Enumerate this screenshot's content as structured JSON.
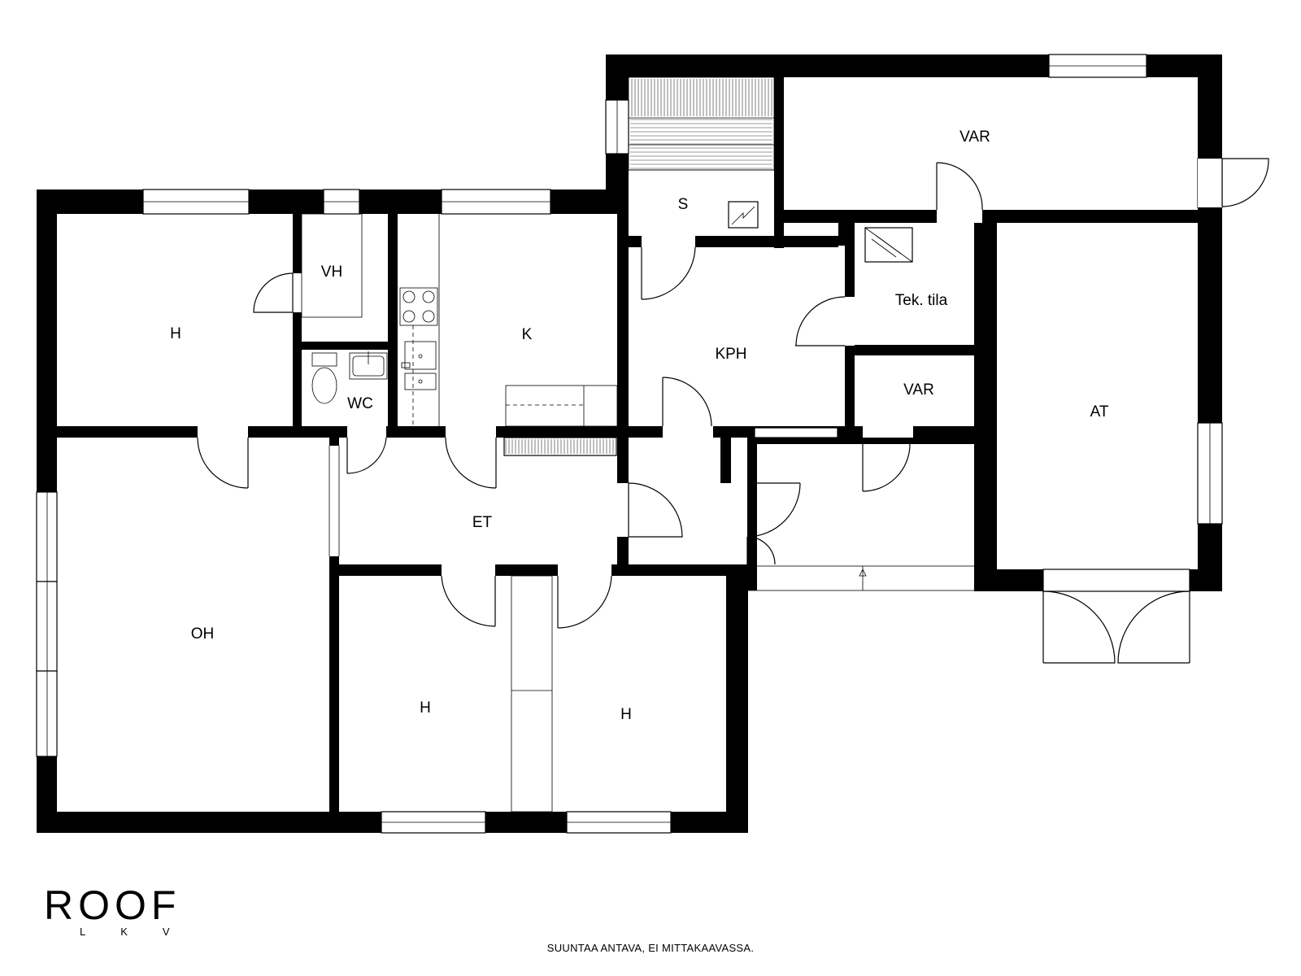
{
  "rooms": {
    "h_top": "H",
    "vh": "VH",
    "wc": "WC",
    "k": "K",
    "s": "S",
    "var_top": "VAR",
    "kph": "KPH",
    "tek": "Tek. tila",
    "var_mid": "VAR",
    "at": "AT",
    "oh": "OH",
    "et": "ET",
    "h_left": "H",
    "h_right": "H"
  },
  "logo": {
    "main": "ROOF",
    "sub": "LKV"
  },
  "disclaimer": "SUUNTAA ANTAVA, EI MITTAKAAVASSA."
}
